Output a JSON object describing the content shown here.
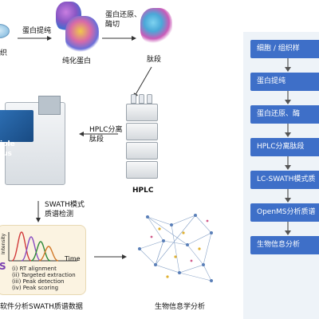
{
  "left": {
    "tissue_label": "织",
    "extract_label": "蛋白提纯",
    "purified_label": "纯化蛋白",
    "reduce_label_1": "蛋白还原、",
    "reduce_label_2": "酶切",
    "peptide_label": "肽段",
    "hplc_sep_label_1": "HPLC分离",
    "hplc_sep_label_2": "肽段",
    "hplc_label": "HPLC",
    "instrument_label_1": "iple",
    "instrument_label_2": "lus",
    "swath_label_1": "SWATH模式",
    "swath_label_2": "质谱检测",
    "chrom_axis_y": "Intensity",
    "chrom_axis_x": "Time",
    "chrom_s": "S",
    "steps": [
      "(i)  RT alignment",
      "(ii) Targeted extraction",
      "(iii) Peak detection",
      "(iv) Peak scoring"
    ],
    "software_label": "软件分析SWATH质谱数据",
    "bio_label": "生物信息学分析"
  },
  "flow": {
    "steps": [
      "细胞 / 组织样",
      "蛋白提纯",
      "蛋白还原、酶",
      "HPLC分离肽段",
      "LC-SWATH模式质",
      "OpenMS分析质谱",
      "生物信息分析"
    ],
    "box_color": "#3e6fc8",
    "background_color": "#eef3f8"
  }
}
